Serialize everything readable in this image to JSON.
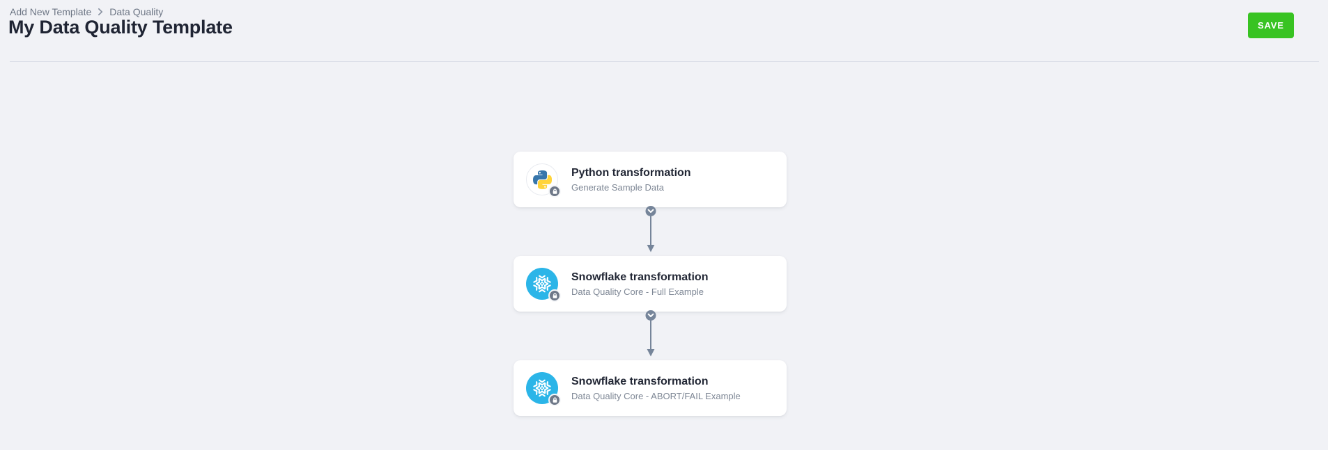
{
  "page": {
    "breadcrumb": [
      "Add New Template",
      "Data Quality"
    ],
    "title": "My Data Quality Template",
    "save_button": "SAVE"
  },
  "flow": {
    "nodes": [
      {
        "icon": "python-icon",
        "badge": "lock-badge-icon",
        "title": "Python transformation",
        "subtitle": "Generate Sample Data"
      },
      {
        "icon": "snowflake-icon",
        "badge": "lock-badge-icon",
        "title": "Snowflake transformation",
        "subtitle": "Data Quality Core - Full Example"
      },
      {
        "icon": "snowflake-icon",
        "badge": "lock-badge-icon",
        "title": "Snowflake transformation",
        "subtitle": "Data Quality Core - ABORT/FAIL Example"
      }
    ],
    "connector_icons": [
      "chevron-down-circle-icon",
      "arrow-down-icon"
    ]
  },
  "icons": {
    "breadcrumb_separator": "chevron-right-icon"
  },
  "colors": {
    "background": "#F1F2F6",
    "save_button_green": "#38C322",
    "snowflake_blue": "#2BB5E8",
    "python_blue": "#3776AB",
    "python_yellow": "#FFD43B",
    "connector_grey": "#76859A",
    "card_title": "#222735",
    "card_subtitle": "#7E8795",
    "breadcrumb_grey": "#6C7584"
  }
}
